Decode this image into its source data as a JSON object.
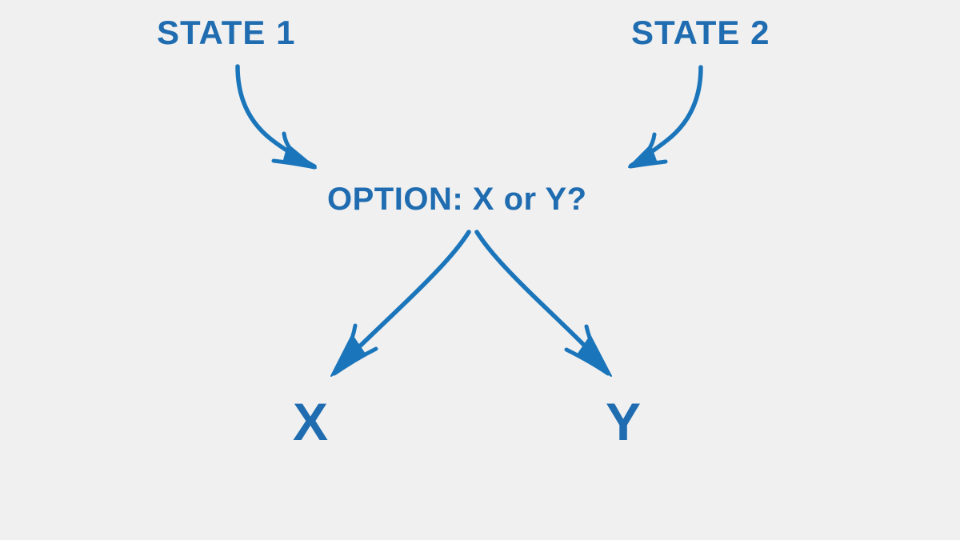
{
  "diagram": {
    "title": "Decision branch diagram",
    "background_color": "#f0f0f0",
    "accent_color": "#1f6cb0",
    "stroke_color": "#1b75bb",
    "nodes": {
      "state_1": "STATE 1",
      "state_2": "STATE 2",
      "option": "OPTION: X or Y?",
      "outcome_x": "X",
      "outcome_y": "Y"
    },
    "arrows": [
      {
        "name": "state-1-to-option",
        "from": "STATE 1",
        "to": "OPTION: X or Y?",
        "direction": "down-right",
        "style": "curved-hand-drawn"
      },
      {
        "name": "state-2-to-option",
        "from": "STATE 2",
        "to": "OPTION: X or Y?",
        "direction": "down-left",
        "style": "curved-hand-drawn"
      },
      {
        "name": "option-to-x",
        "from": "OPTION: X or Y?",
        "to": "X",
        "direction": "down-left",
        "style": "curved-hand-drawn"
      },
      {
        "name": "option-to-y",
        "from": "OPTION: X or Y?",
        "to": "Y",
        "direction": "down-right",
        "style": "curved-hand-drawn"
      }
    ]
  }
}
